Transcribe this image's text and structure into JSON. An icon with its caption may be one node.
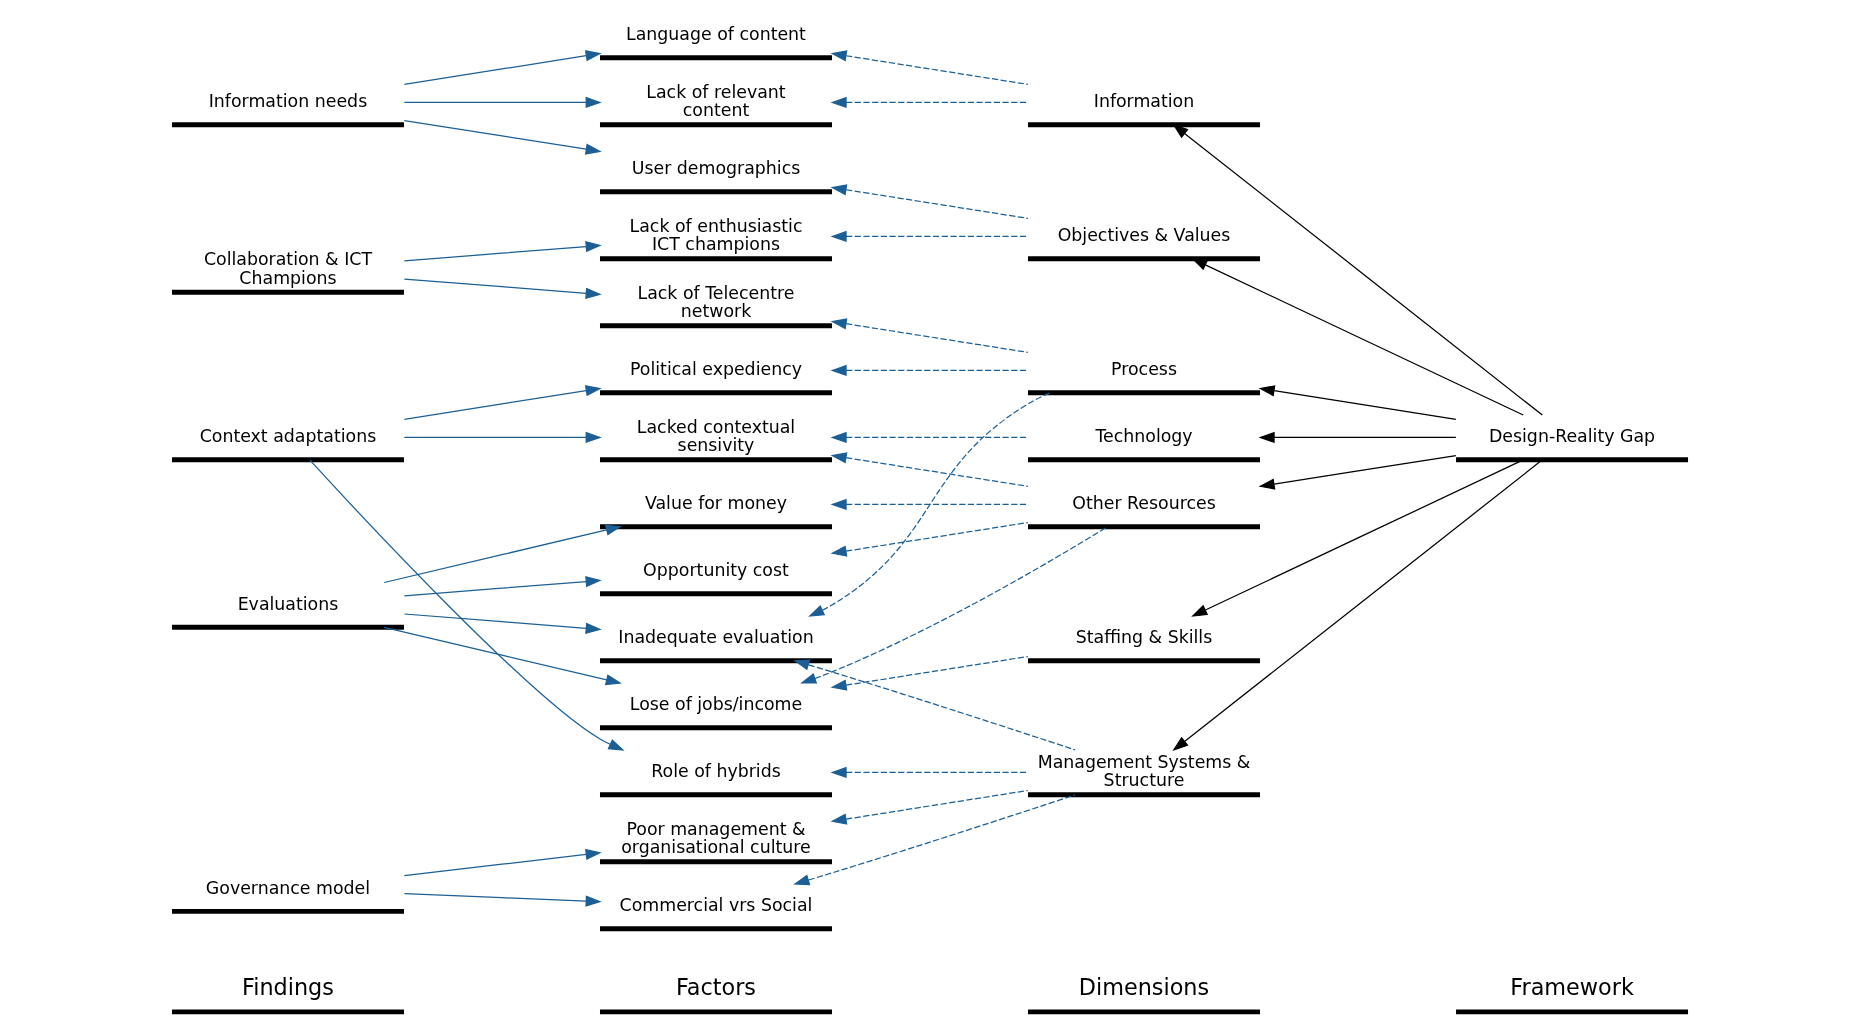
{
  "diagram": {
    "nodes": [
      {
        "text": [
          "Context adaptations"
        ]
      },
      {
        "text": [
          "Information needs"
        ]
      },
      {
        "text": [
          "Evaluations"
        ]
      },
      {
        "text": [
          "Collaboration & ICT Champions"
        ]
      },
      {
        "text": [
          "Governance model"
        ]
      },
      {
        "text": [
          "Political expediency"
        ]
      },
      {
        "text": [
          "Lacked contextual sensivity"
        ]
      },
      {
        "text": [
          "Role of hybrids"
        ]
      },
      {
        "text": [
          "Lack of relevant content"
        ]
      },
      {
        "text": [
          "Language of content"
        ]
      },
      {
        "text": [
          "User demographics"
        ]
      },
      {
        "text": [
          "Inadequate evaluation"
        ]
      },
      {
        "text": [
          "Value for money"
        ]
      },
      {
        "text": [
          "Lose of jobs/income"
        ]
      },
      {
        "text": [
          "Opportunity cost"
        ]
      },
      {
        "text": [
          "Lack of Telecentre network"
        ]
      },
      {
        "text": [
          "Lack of enthusiastic ICT champions"
        ]
      },
      {
        "text": [
          "Poor management & organisational culture"
        ]
      },
      {
        "text": [
          "Commercial vrs Social"
        ]
      },
      {
        "text": [
          "Information"
        ]
      },
      {
        "text": [
          "Technology"
        ]
      },
      {
        "text": [
          "Process"
        ]
      },
      {
        "text": [
          "Objectives & Values"
        ]
      },
      {
        "text": [
          "Staffing & Skills"
        ]
      },
      {
        "text": [
          "Management Systems & Structure"
        ]
      },
      {
        "text": [
          "Other Resources"
        ]
      },
      {
        "text": [
          "Design-Reality Gap"
        ]
      }
    ],
    "edges": [
      {
        "from": 0,
        "to": 5,
        "arrow": "to"
      },
      {
        "from": 0,
        "to": 6,
        "arrow": "to"
      },
      {
        "from": 0,
        "to": 7,
        "arrow": "to"
      },
      {
        "from": 1,
        "to": 8,
        "arrow": "to"
      },
      {
        "from": 1,
        "to": 9,
        "arrow": "to"
      },
      {
        "from": 1,
        "to": 10,
        "arrow": "to"
      },
      {
        "from": 2,
        "to": 11,
        "arrow": "to"
      },
      {
        "from": 2,
        "to": 12,
        "arrow": "to"
      },
      {
        "from": 2,
        "to": 13,
        "arrow": "to"
      },
      {
        "from": 2,
        "to": 14,
        "arrow": "to"
      },
      {
        "from": 3,
        "to": 15,
        "arrow": "to"
      },
      {
        "from": 3,
        "to": 16,
        "arrow": "to"
      },
      {
        "from": 4,
        "to": 17,
        "arrow": "to"
      },
      {
        "from": 4,
        "to": 18,
        "arrow": "to"
      },
      {
        "from": 21,
        "to": 5,
        "arrow": "to",
        "style": "dashed"
      },
      {
        "from": 20,
        "to": 6,
        "arrow": "to",
        "style": "dashed"
      },
      {
        "from": 25,
        "to": 6,
        "arrow": "to",
        "style": "dashed"
      },
      {
        "from": 24,
        "to": 7,
        "arrow": "to",
        "style": "dashed"
      },
      {
        "from": 19,
        "to": 8,
        "arrow": "to",
        "style": "dashed"
      },
      {
        "from": 19,
        "to": 9,
        "arrow": "to",
        "style": "dashed"
      },
      {
        "from": 22,
        "to": 10,
        "arrow": "to",
        "style": "dashed"
      },
      {
        "from": 21,
        "to": 11,
        "arrow": "to",
        "style": "dashed"
      },
      {
        "from": 24,
        "to": 11,
        "arrow": "to",
        "style": "dashed"
      },
      {
        "from": 25,
        "to": 12,
        "arrow": "to",
        "style": "dashed"
      },
      {
        "from": 23,
        "to": 13,
        "arrow": "to",
        "style": "dashed"
      },
      {
        "from": 25,
        "to": 13,
        "arrow": "to",
        "style": "dashed"
      },
      {
        "from": 25,
        "to": 14,
        "arrow": "to",
        "style": "dashed"
      },
      {
        "from": 21,
        "to": 15,
        "arrow": "to",
        "style": "dashed"
      },
      {
        "from": 22,
        "to": 16,
        "arrow": "to",
        "style": "dashed"
      },
      {
        "from": 24,
        "to": 17,
        "arrow": "to",
        "style": "dashed"
      },
      {
        "from": 24,
        "to": 18,
        "arrow": "to",
        "style": "dashed"
      },
      {
        "from": 26,
        "to": 19,
        "arrow": "to",
        "color": "#000000"
      },
      {
        "from": 26,
        "to": 20,
        "arrow": "to",
        "color": "#000000"
      },
      {
        "from": 26,
        "to": 21,
        "arrow": "to",
        "color": "#000000"
      },
      {
        "from": 26,
        "to": 22,
        "arrow": "to",
        "color": "#000000"
      },
      {
        "from": 26,
        "to": 23,
        "arrow": "to",
        "color": "#000000"
      },
      {
        "from": 26,
        "to": 24,
        "arrow": "to",
        "color": "#000000"
      },
      {
        "from": 26,
        "to": 25,
        "arrow": "to",
        "color": "#000000"
      }
    ],
    "labels": [
      "Findings",
      "Factors",
      "Dimensions",
      "Framework"
    ]
  }
}
